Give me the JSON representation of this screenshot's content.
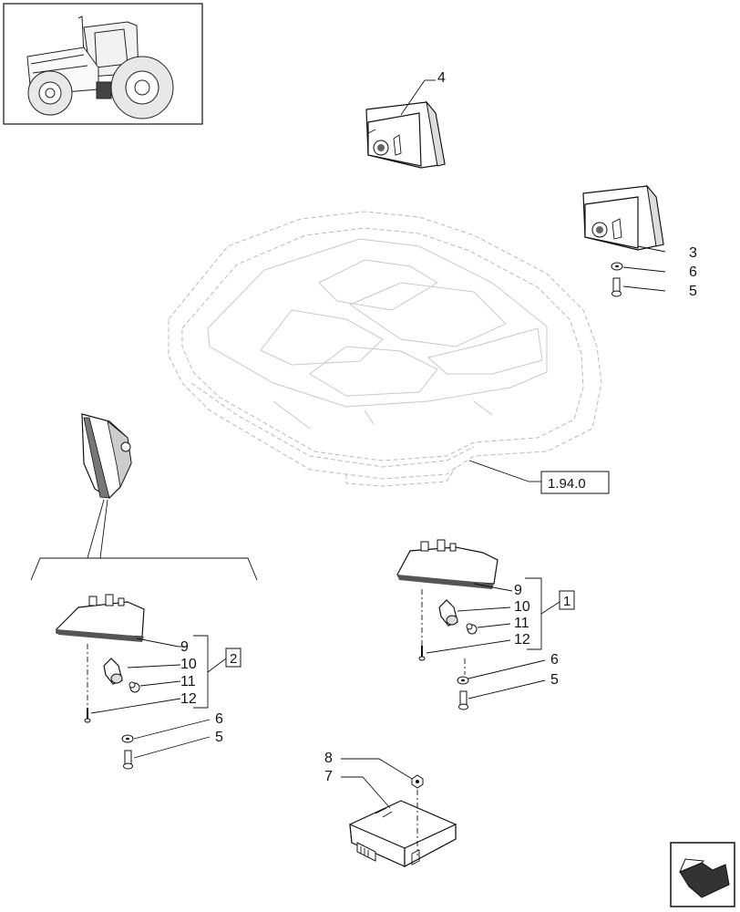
{
  "diagram": {
    "callouts": {
      "c4": "4",
      "c3": "3",
      "c6a": "6",
      "c5a": "5",
      "c9a": "9",
      "c10a": "10",
      "c11a": "11",
      "c12a": "12",
      "c6b": "6",
      "c5b": "5",
      "c9b": "9",
      "c10b": "10",
      "c11b": "11",
      "c12b": "12",
      "c6c": "6",
      "c5c": "5",
      "c8": "8",
      "c7": "7"
    },
    "group_refs": {
      "right": "1",
      "left": "2"
    },
    "section_ref": "1.94.0"
  },
  "icons": {
    "thumbnail": "tractor-thumbnail-icon",
    "navigation": "next-page-arrow-icon"
  }
}
